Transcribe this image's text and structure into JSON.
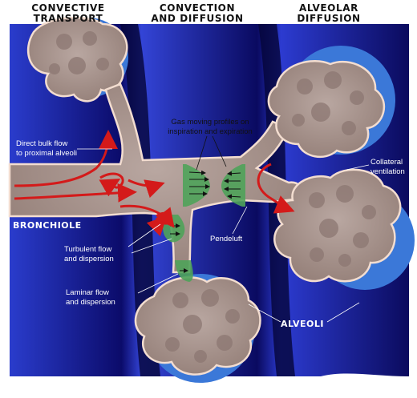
{
  "headers": {
    "convective": [
      "CONVECTIVE",
      "TRANSPORT"
    ],
    "convection_diffusion": [
      "CONVECTION",
      "AND DIFFUSION"
    ],
    "alveolar": [
      "ALVEOLAR",
      "DIFFUSION"
    ]
  },
  "labels": {
    "direct_bulk_flow": [
      "Direct bulk flow",
      "to proximal alveoli"
    ],
    "gas_moving_profiles": [
      "Gas moving profiles on",
      "inspiration and expiration"
    ],
    "collateral_ventilation": [
      "Collateral",
      "ventilation"
    ],
    "bronchiole": "BRONCHIOLE",
    "pendeluft": "Pendeluft",
    "turbulent_flow": [
      "Turbulent flow",
      "and dispersion"
    ],
    "laminar_flow": [
      "Laminar flow",
      "and dispersion"
    ],
    "alveoli": "ALVEOLI"
  },
  "colors": {
    "background_blue": "#10108a",
    "band_blue": "#2a35c8",
    "dark_band": "#06063a",
    "tissue": "#aa9690",
    "tissue_outline": "#f3ddd0",
    "flow_green": "#4fa35a",
    "arrow_red": "#d41a1a",
    "alveolus_rim": "#3b78d8"
  }
}
